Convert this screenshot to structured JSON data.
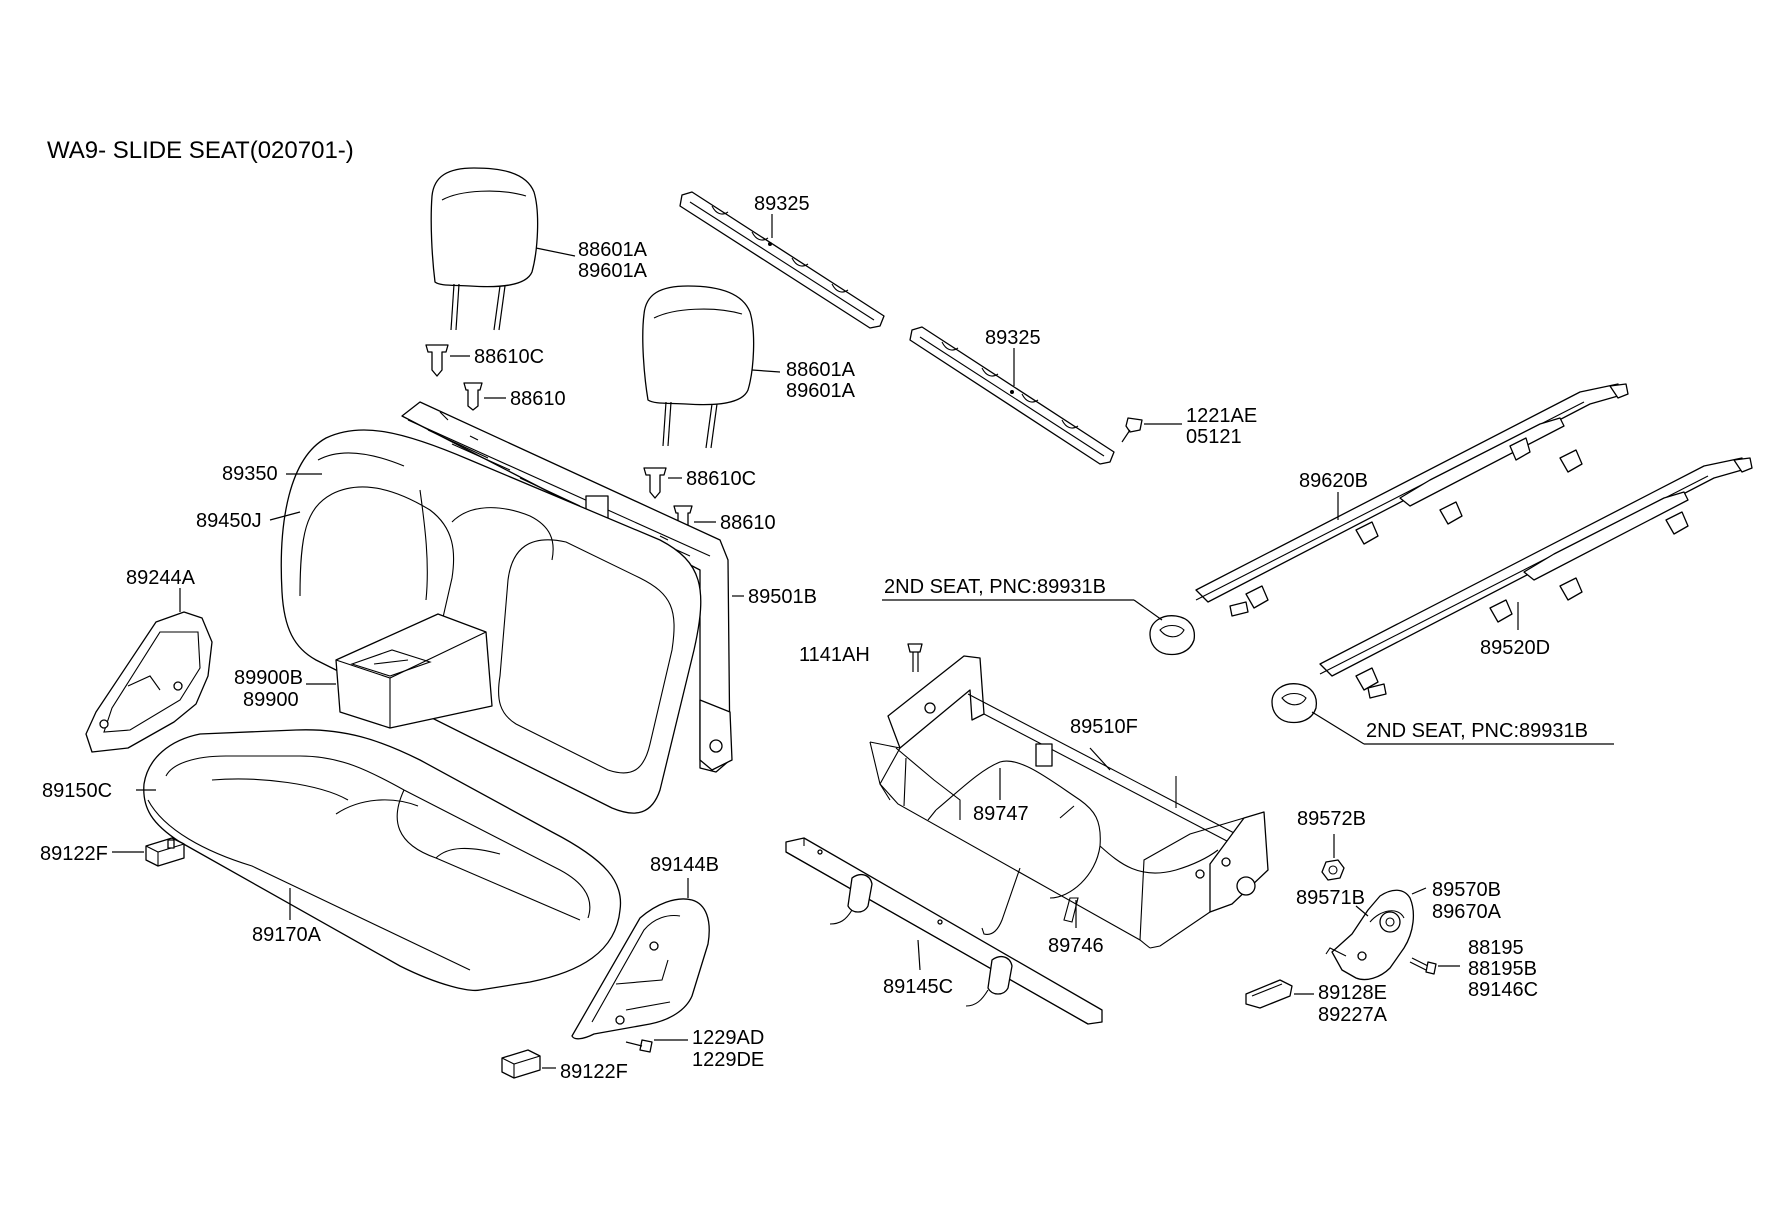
{
  "title": "WA9-  SLIDE SEAT(020701-)",
  "labels": {
    "headrest_left_a": "88601A",
    "headrest_left_b": "89601A",
    "guide_left_c": "88610C",
    "guide_left": "88610",
    "panel_top": "89325",
    "panel_mid": "89325",
    "headrest_right_a": "88601A",
    "headrest_right_b": "89601A",
    "guide_right_c": "88610C",
    "guide_right": "88610",
    "screw_a": "1221AE",
    "screw_b": "05121",
    "back_cover": "89350",
    "back_pad": "89450J",
    "back_frame": "89501B",
    "armrest_a": "89900B",
    "armrest_b": "89900",
    "side_cover_left": "89244A",
    "cushion_front": "89150C",
    "stopper_left": "89122F",
    "cushion": "89170A",
    "side_cover_right": "89144B",
    "bolt_a": "1229AD",
    "bolt_b": "1229DE",
    "stopper_bottom": "89122F",
    "rail_upper": "89620B",
    "rail_lower": "89520D",
    "second_seat_upper": "2ND SEAT, PNC:89931B",
    "second_seat_lower": "2ND SEAT, PNC:89931B",
    "bolt_1141": "1141AH",
    "cushion_frame": "89510F",
    "cable": "89747",
    "wire": "89746",
    "cross_bar": "89145C",
    "nut": "89572B",
    "bracket": "89571B",
    "recliner_a": "89570B",
    "recliner_b": "89670A",
    "bolt_88195": "88195",
    "bolt_88195b": "88195B",
    "bolt_89146c": "89146C",
    "knob_a": "89128E",
    "knob_b": "89227A"
  }
}
